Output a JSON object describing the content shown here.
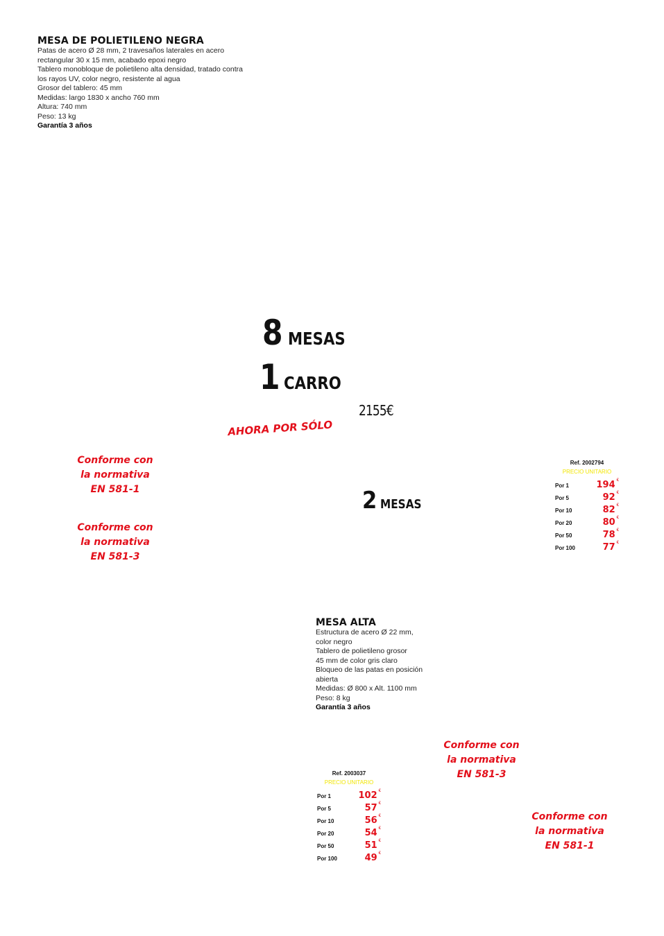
{
  "product1": {
    "title": "MESA DE POLIETILENO NEGRA",
    "desc": [
      "Patas de acero Ø 28 mm, 2 travesaños laterales en acero",
      "rectangular 30 x 15 mm, acabado epoxi negro",
      "Tablero monobloque de polietileno alta densidad, tratado contra",
      "los rayos UV, color negro, resistente al agua",
      "Grosor del tablero: 45 mm",
      "Medidas: largo 1830 x ancho 760 mm",
      "Altura: 740 mm",
      "Peso: 13 kg"
    ],
    "guarantee": "Garantía 3 años"
  },
  "promo": {
    "num1": "8",
    "word1": "MESAS",
    "num2": "1",
    "word2": "CARRO",
    "price": "2155€",
    "ahora": "AHORA POR SÓLO"
  },
  "norms": {
    "left_top": [
      "Conforme con",
      "la normativa",
      "EN 581-1"
    ],
    "left_bottom": [
      "Conforme con",
      "la normativa",
      "EN 581-3"
    ],
    "mid_bottom": [
      "Conforme con",
      "la normativa",
      "EN 581-3"
    ],
    "right_bottom": [
      "Conforme con",
      "la normativa",
      "EN 581-1"
    ]
  },
  "two_mesas": {
    "num": "2",
    "word": "MESAS"
  },
  "price_table_1": {
    "ref": "Ref. 2002794",
    "header": "PRECIO UNITARIO",
    "currency": "€",
    "rows": [
      {
        "label": "Por 1",
        "value": "194"
      },
      {
        "label": "Por 5",
        "value": "92"
      },
      {
        "label": "Por 10",
        "value": "82"
      },
      {
        "label": "Por 20",
        "value": "80"
      },
      {
        "label": "Por 50",
        "value": "78"
      },
      {
        "label": "Por 100",
        "value": "77"
      }
    ]
  },
  "product2": {
    "title": "MESA ALTA",
    "desc": [
      "Estructura de acero Ø 22 mm,",
      "color negro",
      "Tablero de polietileno grosor",
      "45 mm de color gris claro",
      "Bloqueo de las patas en posición",
      "abierta",
      "Medidas: Ø 800 x Alt. 1100 mm",
      "Peso: 8 kg"
    ],
    "guarantee": "Garantía 3 años"
  },
  "price_table_2": {
    "ref": "Ref. 2003037",
    "header": "PRECIO UNITARIO",
    "currency": "€",
    "rows": [
      {
        "label": "Por 1",
        "value": "102"
      },
      {
        "label": "Por 5",
        "value": "57"
      },
      {
        "label": "Por 10",
        "value": "56"
      },
      {
        "label": "Por 20",
        "value": "54"
      },
      {
        "label": "Por 50",
        "value": "51"
      },
      {
        "label": "Por 100",
        "value": "49"
      }
    ]
  },
  "colors": {
    "accent_red": "#e3101b",
    "header_yellow": "#f2e600"
  }
}
